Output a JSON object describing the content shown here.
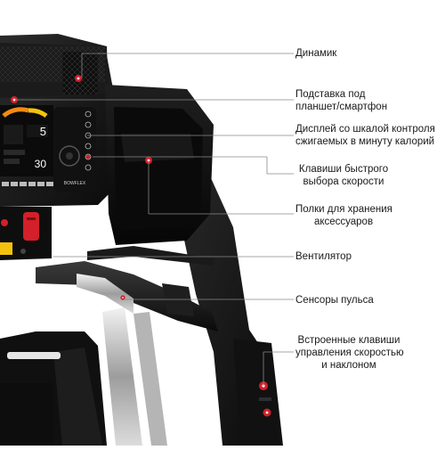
{
  "callouts": [
    {
      "id": "speaker",
      "text": "Динамик"
    },
    {
      "id": "tablet-holder",
      "line1": "Подставка под",
      "line2": "планшет/смартфон"
    },
    {
      "id": "display",
      "line1": "Дисплей со шкалой контроля",
      "line2": "сжигаемых в минуту калорий"
    },
    {
      "id": "speed-keys",
      "line1": "Клавиши быстрого",
      "line2": "выбора скорости"
    },
    {
      "id": "storage",
      "line1": "Полки для хранения",
      "line2": "аксессуаров"
    },
    {
      "id": "fan",
      "text": "Вентилятор"
    },
    {
      "id": "pulse",
      "text": "Сенсоры пульса"
    },
    {
      "id": "built-in-keys",
      "line1": "Встроенные клавиши",
      "line2": "управления скоростью",
      "line3": "и наклоном"
    }
  ],
  "display_screen": {
    "main_value": "5",
    "secondary_value": "30"
  },
  "brand": "BOWFLEX",
  "colors": {
    "frame": "#141414",
    "frame_light": "#2a2a2a",
    "accent_red": "#d3202a",
    "accent_yellow": "#f2c20f",
    "metal": "#c9c9c9",
    "callout_line": "#8a8a8a"
  }
}
